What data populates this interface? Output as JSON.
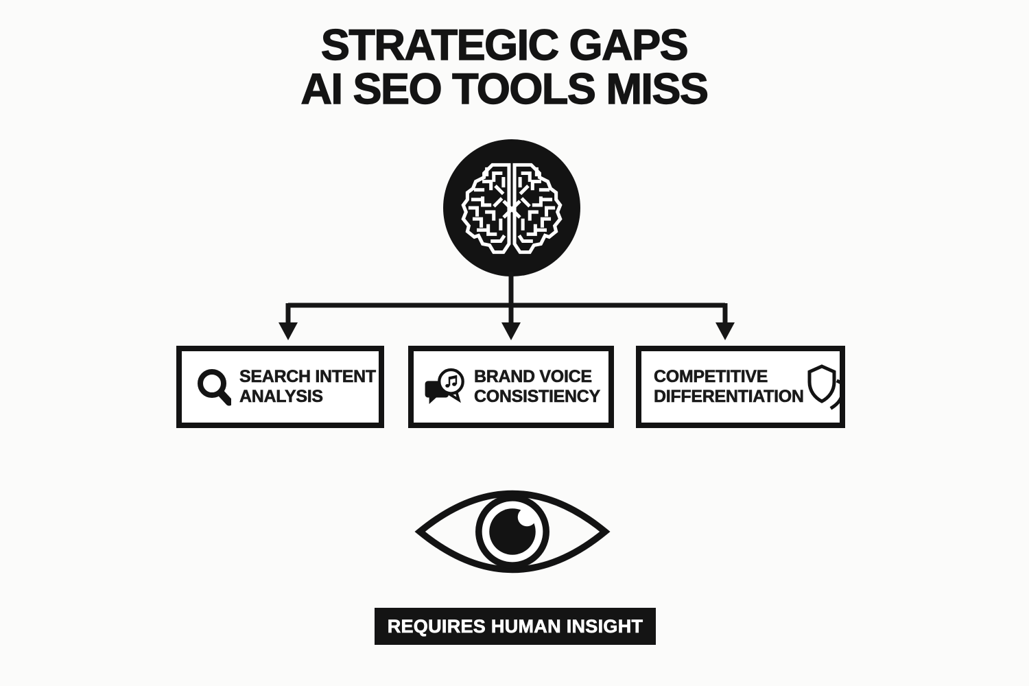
{
  "title": {
    "line1": "STRATEGIC GAPS",
    "line2": "AI SEO TOOLS MISS"
  },
  "diagram": {
    "root": {
      "icon": "brain-icon"
    },
    "boxes": [
      {
        "icon": "search-icon",
        "line1": "SEARCH INTENT",
        "line2": "ANALYSIS"
      },
      {
        "icon": "brand-voice-icon",
        "line1": "BRAND VOICE",
        "line2": "CONSISTIENCY"
      },
      {
        "icon": "shields-icon",
        "line1": "COMPETITIVE",
        "line2": "DIFFERENTIATION"
      }
    ]
  },
  "footer": {
    "icon": "eye-icon",
    "banner_label": "REQUIRES HUMAN INSIGHT"
  },
  "colors": {
    "background": "#fbfbfa",
    "ink": "#141414",
    "box_border": "#131313",
    "root_circle_fill": "#131313",
    "brain_stroke": "#ffffff",
    "banner_background": "#141414",
    "banner_text": "#ffffff"
  }
}
